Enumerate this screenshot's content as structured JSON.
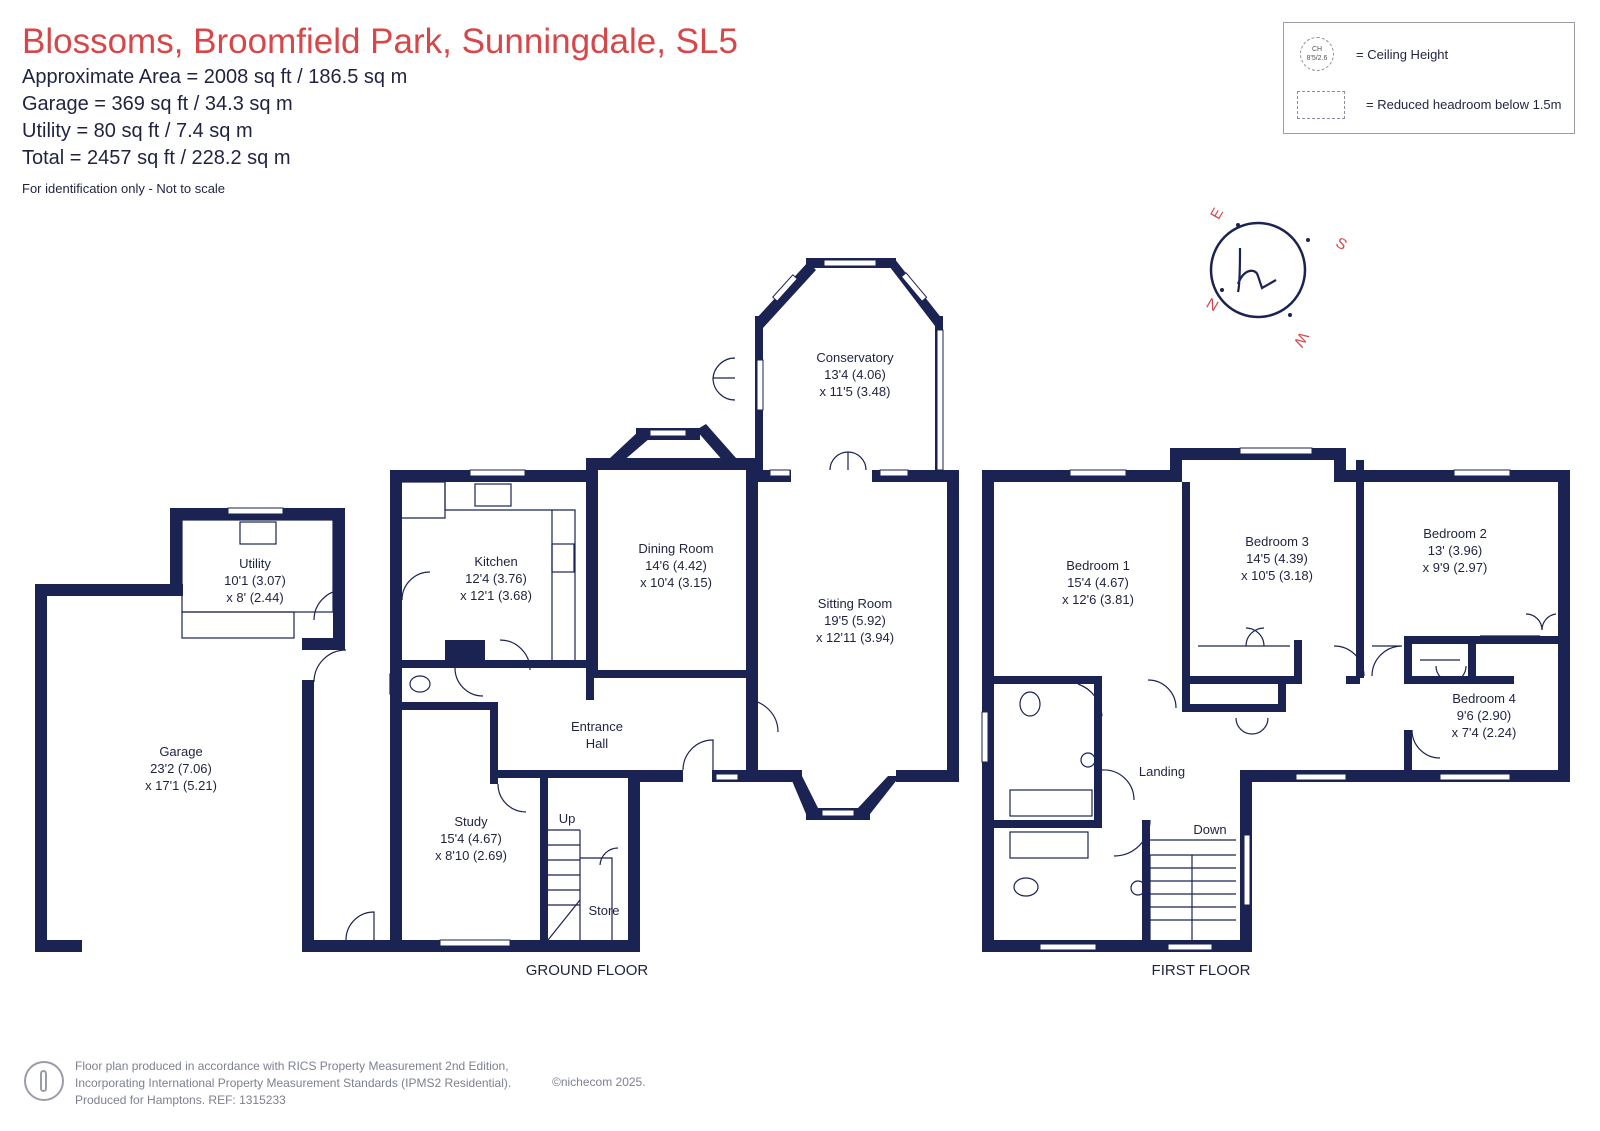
{
  "header": {
    "title": "Blossoms, Broomfield Park, Sunningdale, SL5",
    "approx_area": "Approximate Area = 2008  sq ft / 186.5  sq m",
    "garage": "Garage = 369 sq ft / 34.3  sq m",
    "utility": "Utility = 80 sq ft / 7.4  sq m",
    "total": "Total = 2457 sq ft / 228.2 sq m",
    "note": "For identification only - Not to scale"
  },
  "legend": {
    "ch_symbol": "CH 8'5/2.6",
    "ceiling_height": "= Ceiling Height",
    "reduced_headroom": "= Reduced headroom below 1.5m"
  },
  "compass": {
    "n": "N",
    "e": "E",
    "s": "S",
    "w": "W",
    "logo": "h"
  },
  "ground_floor": {
    "label": "GROUND FLOOR",
    "rooms": {
      "garage": [
        "Garage",
        "23'2 (7.06)",
        "x 17'1 (5.21)"
      ],
      "utility": [
        "Utility",
        "10'1 (3.07)",
        "x 8' (2.44)"
      ],
      "kitchen": [
        "Kitchen",
        "12'4 (3.76)",
        "x 12'1 (3.68)"
      ],
      "dining": [
        "Dining Room",
        "14'6 (4.42)",
        "x 10'4 (3.15)"
      ],
      "conservatory": [
        "Conservatory",
        "13'4 (4.06)",
        "x 11'5 (3.48)"
      ],
      "sitting": [
        "Sitting Room",
        "19'5 (5.92)",
        "x 12'11 (3.94)"
      ],
      "hall": [
        "Entrance",
        "Hall"
      ],
      "study": [
        "Study",
        "15'4 (4.67)",
        "x 8'10 (2.69)"
      ]
    },
    "up": "Up",
    "store": "Store"
  },
  "first_floor": {
    "label": "FIRST FLOOR",
    "rooms": {
      "bed1": [
        "Bedroom 1",
        "15'4 (4.67)",
        "x 12'6 (3.81)"
      ],
      "bed3": [
        "Bedroom 3",
        "14'5 (4.39)",
        "x 10'5 (3.18)"
      ],
      "bed2": [
        "Bedroom 2",
        "13' (3.96)",
        "x 9'9 (2.97)"
      ],
      "bed4": [
        "Bedroom 4",
        "9'6 (2.90)",
        "x 7'4 (2.24)"
      ],
      "landing": [
        "Landing"
      ]
    },
    "down": "Down"
  },
  "footer": {
    "line1": "Floor plan produced in accordance with RICS Property Measurement 2nd Edition,",
    "line2": "Incorporating International Property Measurement Standards (IPMS2 Residential).",
    "line3": "Produced for Hamptons.   REF:  1315233",
    "brand": "©nichecom 2025."
  },
  "colors": {
    "wall": "#1b2352",
    "title": "#d7474a",
    "compass_red": "#d7474a"
  }
}
